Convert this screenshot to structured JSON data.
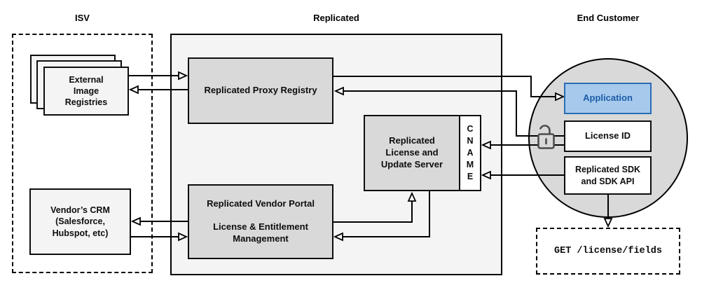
{
  "titles": {
    "isv": "ISV",
    "replicated": "Replicated",
    "end_customer": "End Customer"
  },
  "nodes": {
    "external_registries": {
      "label": "External\nImage\nRegistries"
    },
    "vendors_crm": {
      "label": "Vendor’s CRM\n(Salesforce,\nHubspot, etc)"
    },
    "proxy_registry": {
      "label": "Replicated Proxy Registry"
    },
    "license_update_server": {
      "label": "Replicated\nLicense and\nUpdate Server"
    },
    "cname": {
      "label": "C\nN\nA\nM\nE"
    },
    "vendor_portal": {
      "title": "Replicated Vendor Portal",
      "subtitle": "License & Entitlement\nManagement"
    },
    "application": {
      "label": "Application"
    },
    "license_id": {
      "label": "License ID"
    },
    "sdk": {
      "label": "Replicated SDK\nand SDK API"
    },
    "get_endpoint": {
      "label": "GET /license/fields"
    }
  },
  "icons": {
    "lock": "open-padlock-icon"
  },
  "colors": {
    "accent-fill": "#a6c9ec",
    "accent-border": "#2a6cb3",
    "accent-text": "#1d5ca9",
    "node-gray": "#d9d9d9",
    "container-gray": "#f4f4f4",
    "stroke": "#000000",
    "lock-gray": "#4d4d4d"
  }
}
